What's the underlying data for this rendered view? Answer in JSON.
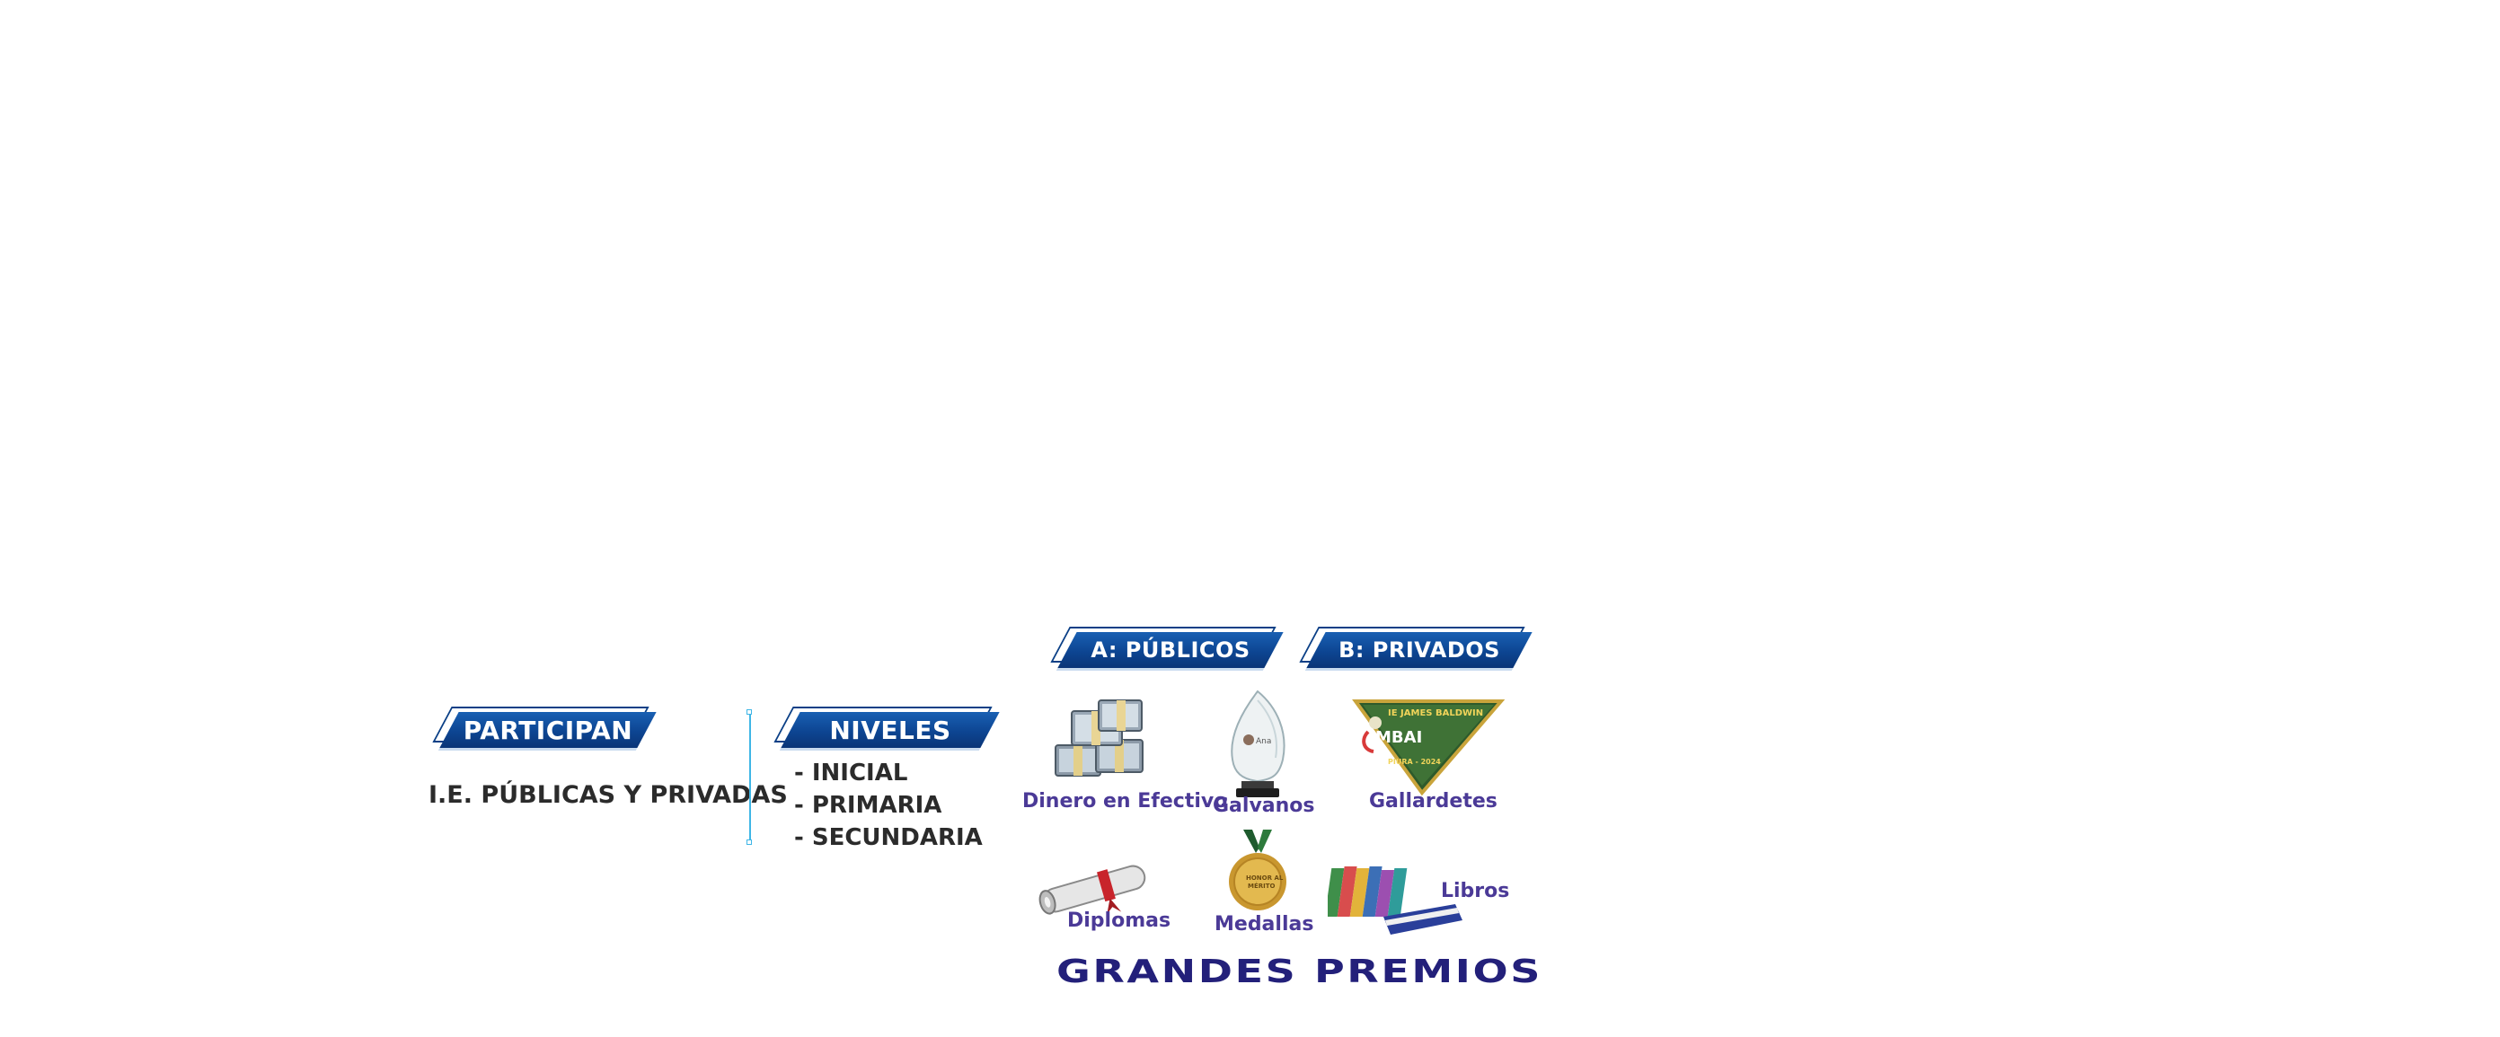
{
  "participan": {
    "heading": "PARTICIPAN",
    "text": "I.E. PÚBLICAS Y PRIVADAS"
  },
  "niveles": {
    "heading": "NIVELES",
    "items": [
      "- INICIAL",
      "- PRIMARIA",
      "- SECUNDARIA"
    ]
  },
  "categories": {
    "a": "A: PÚBLICOS",
    "b": "B: PRIVADOS"
  },
  "prizes": {
    "dinero": "Dinero en Efectivo",
    "galvanos": "Galvanos",
    "gallardetes": "Gallardetes",
    "diplomas": "Diplomas",
    "medallas": "Medallas",
    "libros": "Libros"
  },
  "pennant": {
    "top_text": "IE JAMES BALDWIN",
    "logo_text": "MBAI",
    "bottom_text": "PIURA - 2024"
  },
  "medal": {
    "text_line1": "HONOR AL",
    "text_line2": "MÉRITO"
  },
  "trophy": {
    "text": "Ana"
  },
  "footer": {
    "title": "GRANDES PREMIOS"
  },
  "colors": {
    "banner_blue": "#0d4592",
    "prize_purple": "#4b3a97",
    "title_navy": "#23207a",
    "divider": "#3fb6e6"
  }
}
